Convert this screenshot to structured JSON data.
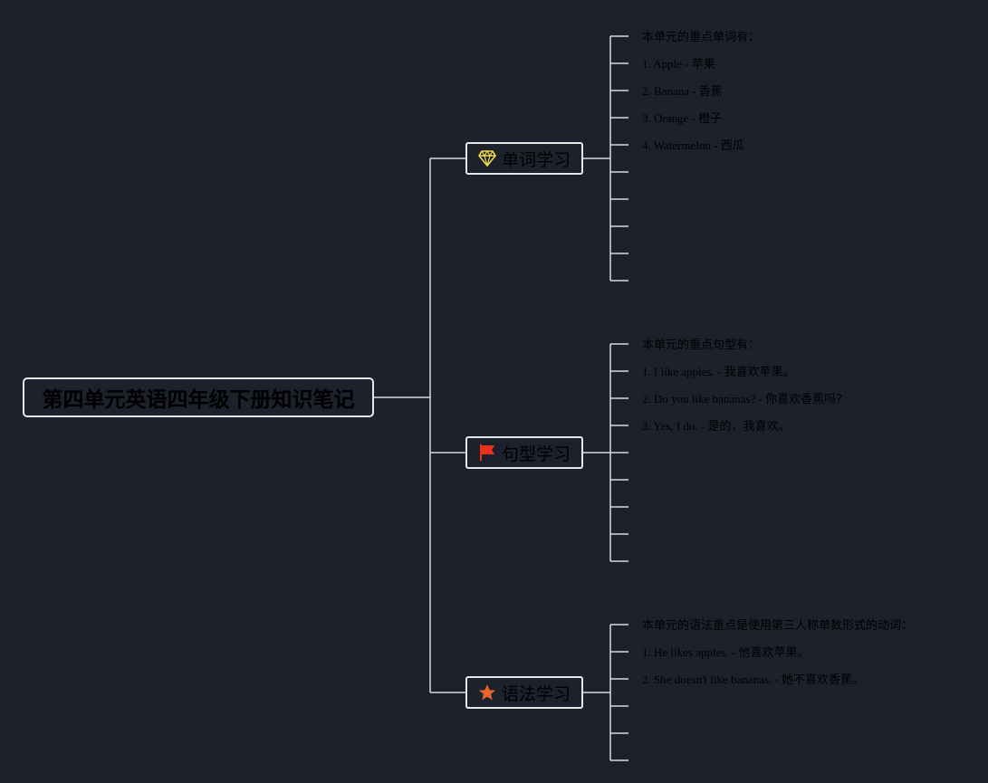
{
  "root": {
    "label": "第四单元英语四年级下册知识笔记"
  },
  "topics": [
    {
      "label": "单词学习",
      "icon": "diamond-icon",
      "icon_color": "#f2d94e",
      "notes": [
        "本单元的重点单词有：",
        "1. Apple - 苹果",
        "2. Banana - 香蕉",
        "3. Orange - 橙子",
        "4. Watermelon - 西瓜"
      ]
    },
    {
      "label": "句型学习",
      "icon": "flag-icon",
      "icon_color": "#e8321e",
      "notes": [
        "本单元的重点句型有：",
        "1. I like apples. - 我喜欢苹果。",
        "2. Do you like bananas? - 你喜欢香蕉吗？",
        "3. Yes, I do. - 是的，我喜欢。"
      ]
    },
    {
      "label": "语法学习",
      "icon": "star-icon",
      "icon_color": "#e8642e",
      "notes": [
        "本单元的语法重点是使用第三人称单数形式的动词：",
        "1. He likes apples. - 他喜欢苹果。",
        "2. She doesn't like bananas. - 她不喜欢香蕉。"
      ]
    }
  ],
  "colors": {
    "background": "#1c212b",
    "line": "#d9d9d9",
    "text": "#000000"
  }
}
